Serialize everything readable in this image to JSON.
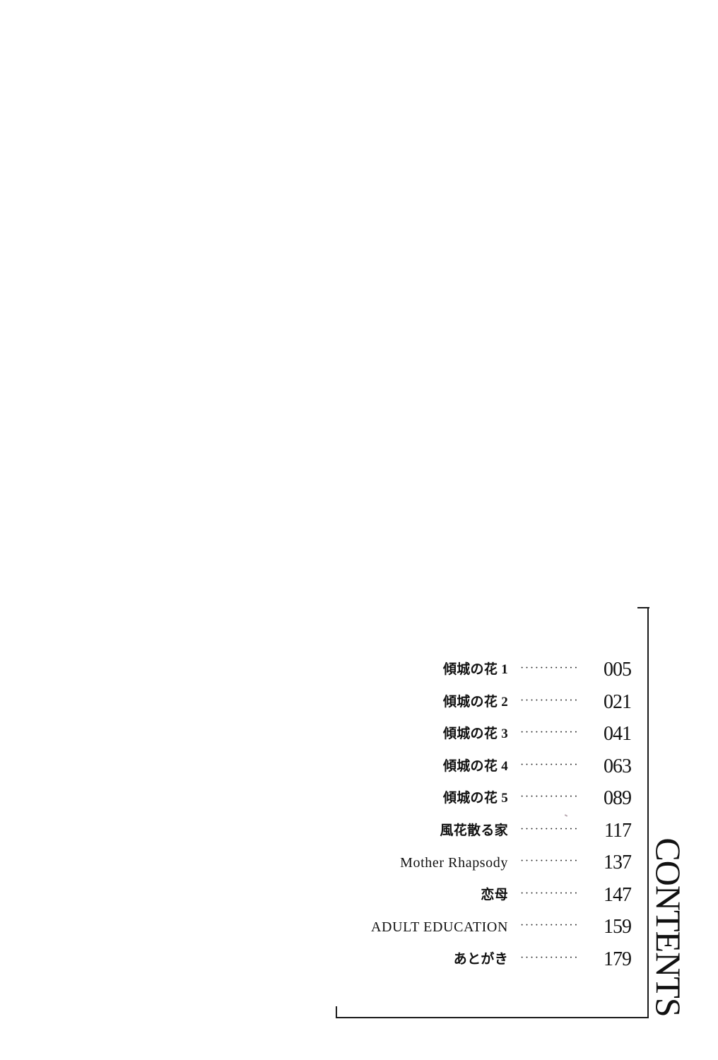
{
  "heading": "CONTENTS",
  "toc": {
    "leader": "············",
    "entries": [
      {
        "title": "傾城の花 1",
        "page": "005",
        "script": "jp"
      },
      {
        "title": "傾城の花 2",
        "page": "021",
        "script": "jp"
      },
      {
        "title": "傾城の花 3",
        "page": "041",
        "script": "jp"
      },
      {
        "title": "傾城の花 4",
        "page": "063",
        "script": "jp"
      },
      {
        "title": "傾城の花 5",
        "page": "089",
        "script": "jp"
      },
      {
        "title": "風花散る家",
        "page": "117",
        "script": "jp"
      },
      {
        "title": "Mother Rhapsody",
        "page": "137",
        "script": "latin"
      },
      {
        "title": "恋母",
        "page": "147",
        "script": "jp"
      },
      {
        "title": "ADULT EDUCATION",
        "page": "159",
        "script": "latin"
      },
      {
        "title": "あとがき",
        "page": "179",
        "script": "jp"
      }
    ]
  },
  "colors": {
    "background": "#ffffff",
    "ink": "#111111"
  }
}
